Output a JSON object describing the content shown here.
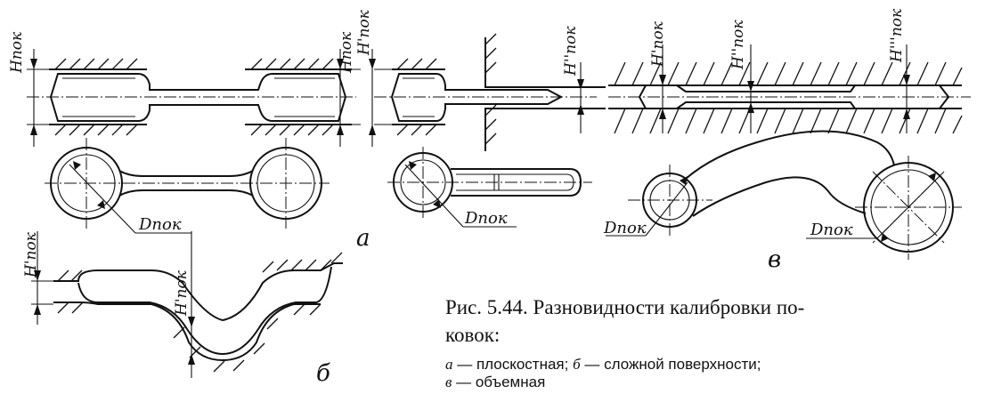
{
  "labels": {
    "h_pok": "Hпок",
    "h1_pok": "H'пок",
    "h2_pok": "H''пок",
    "h3_pok": "H'''пок",
    "d_pok": "Dпок",
    "view_a": "а",
    "view_b": "б",
    "view_v": "в"
  },
  "caption": {
    "title_line1": "Рис. 5.44. Разновидности калибровки по-",
    "title_line2": "ковок:",
    "legend_a_letter": "а",
    "legend_a_text": " — плоскостная; ",
    "legend_b_letter": "б",
    "legend_b_text": " — сложной поверхности;",
    "legend_v_letter": "в",
    "legend_v_text": " — объемная"
  }
}
